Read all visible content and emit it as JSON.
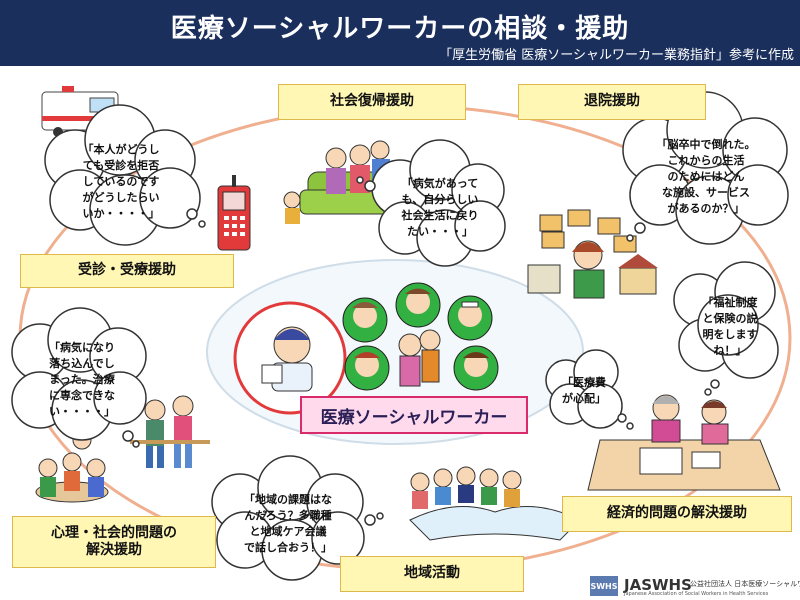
{
  "header": {
    "title": "医療ソーシャルワーカーの相談・援助",
    "subtitle": "「厚生労働省 医療ソーシャルワーカー業務指針」参考に作成"
  },
  "center": {
    "label": "医療ソーシャルワーカー"
  },
  "labels": {
    "shakai_fukki": "社会復帰援助",
    "taiin": "退院援助",
    "jushin": "受診・受療援助",
    "keizai": "経済的問題の解決援助",
    "shinri": "心理・社会的問題の\n解決援助",
    "chiiki": "地域活動"
  },
  "bubbles": {
    "jushin": "「本人がどうし\nても受診を拒否\nしているのです\nがどうしたらい\nいか・・・・」",
    "shakai": "「病気があって\nも、自分らしい\n社会生活に戻り\nたい・・・」",
    "taiin": "「脳卒中で倒れた。\nこれからの生活\nのためにはどん\nな施設、サービス\nがあるのか？」",
    "fukushi": "「福祉制度\nと保険の説\n明をします\nね！」",
    "iryohi": "「医療費\nが心配」",
    "shinri": "「病気になり\n落ち込んでし\nまった。治療\nに専念できな\nい・・・・」",
    "chiiki": "「地域の課題はな\nんだろう？多職種\nと地域ケア会議\nで話し合おう！」"
  },
  "logo": {
    "mark": "SWHS",
    "main": "JASWHS",
    "org": "公益社団法人 日本医療ソーシャルワーカー協会",
    "en": "Japanese Association of Social Workers in Health Services"
  },
  "colors": {
    "header_bg": "#1b2f5c",
    "label_bg": "#fff7b3",
    "center_bg": "#ffd9ec",
    "center_border": "#d92a6b",
    "orbit": "#f0b090"
  }
}
